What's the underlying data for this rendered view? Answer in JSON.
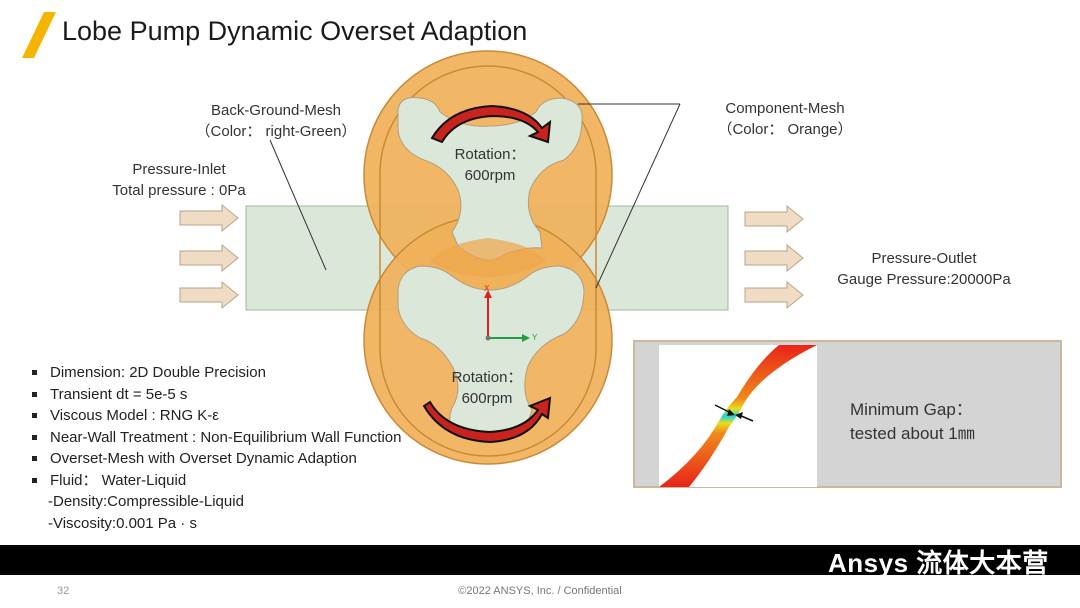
{
  "slide": {
    "title": "Lobe Pump Dynamic Overset Adaption",
    "page_number": "32",
    "copyright": "©2022 ANSYS, Inc. / Confidential",
    "brand": "Ansys 流体大本营"
  },
  "labels": {
    "background_mesh": [
      "Back-Ground-Mesh",
      "（Color： right-Green）"
    ],
    "component_mesh": [
      "Component-Mesh",
      "（Color： Orange）"
    ],
    "inlet": [
      "Pressure-Inlet",
      "Total pressure : 0Pa"
    ],
    "outlet": [
      "Pressure-Outlet",
      "Gauge Pressure:20000Pa"
    ],
    "rotation_top": [
      "Rotation：",
      "600rpm"
    ],
    "rotation_bottom": [
      "Rotation：",
      "600rpm"
    ],
    "axis_x": "X",
    "axis_y": "Y"
  },
  "bullets": [
    "Dimension: 2D Double Precision",
    "Transient  dt = 5e-5 s",
    "Viscous Model : RNG K-ε",
    "Near-Wall Treatment : Non-Equilibrium Wall Function",
    "Overset-Mesh with Overset Dynamic Adaption",
    "Fluid：  Water-Liquid"
  ],
  "sub_bullets": [
    "-Density:Compressible-Liquid",
    "-Viscosity:0.001 Pa · s"
  ],
  "gap_panel": {
    "text": [
      "Minimum Gap：",
      "tested about 1㎜"
    ]
  },
  "colors": {
    "component_mesh": "#f0b15a",
    "background_mesh": "#dbe8d9",
    "flow_arrow": "#f0dcc5",
    "rotation_arrow": "#c8231e",
    "accent": "#f5b400"
  }
}
